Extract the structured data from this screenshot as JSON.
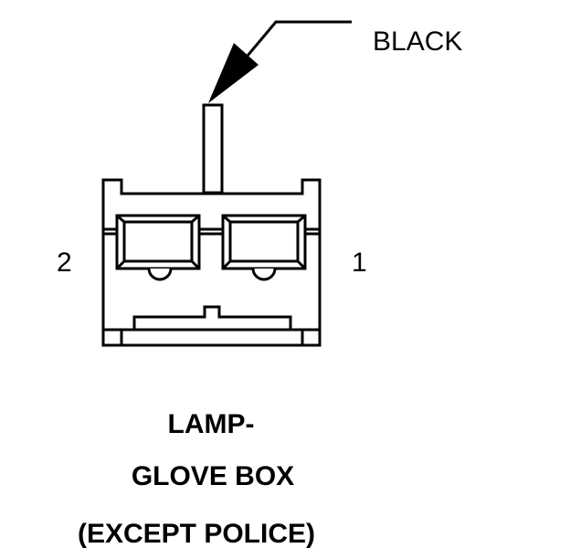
{
  "wire": {
    "color_label": "BLACK"
  },
  "pins": {
    "left": "2",
    "right": "1"
  },
  "caption": {
    "line1": "LAMP-",
    "line2": "GLOVE BOX",
    "line3": "(EXCEPT POLICE)"
  }
}
